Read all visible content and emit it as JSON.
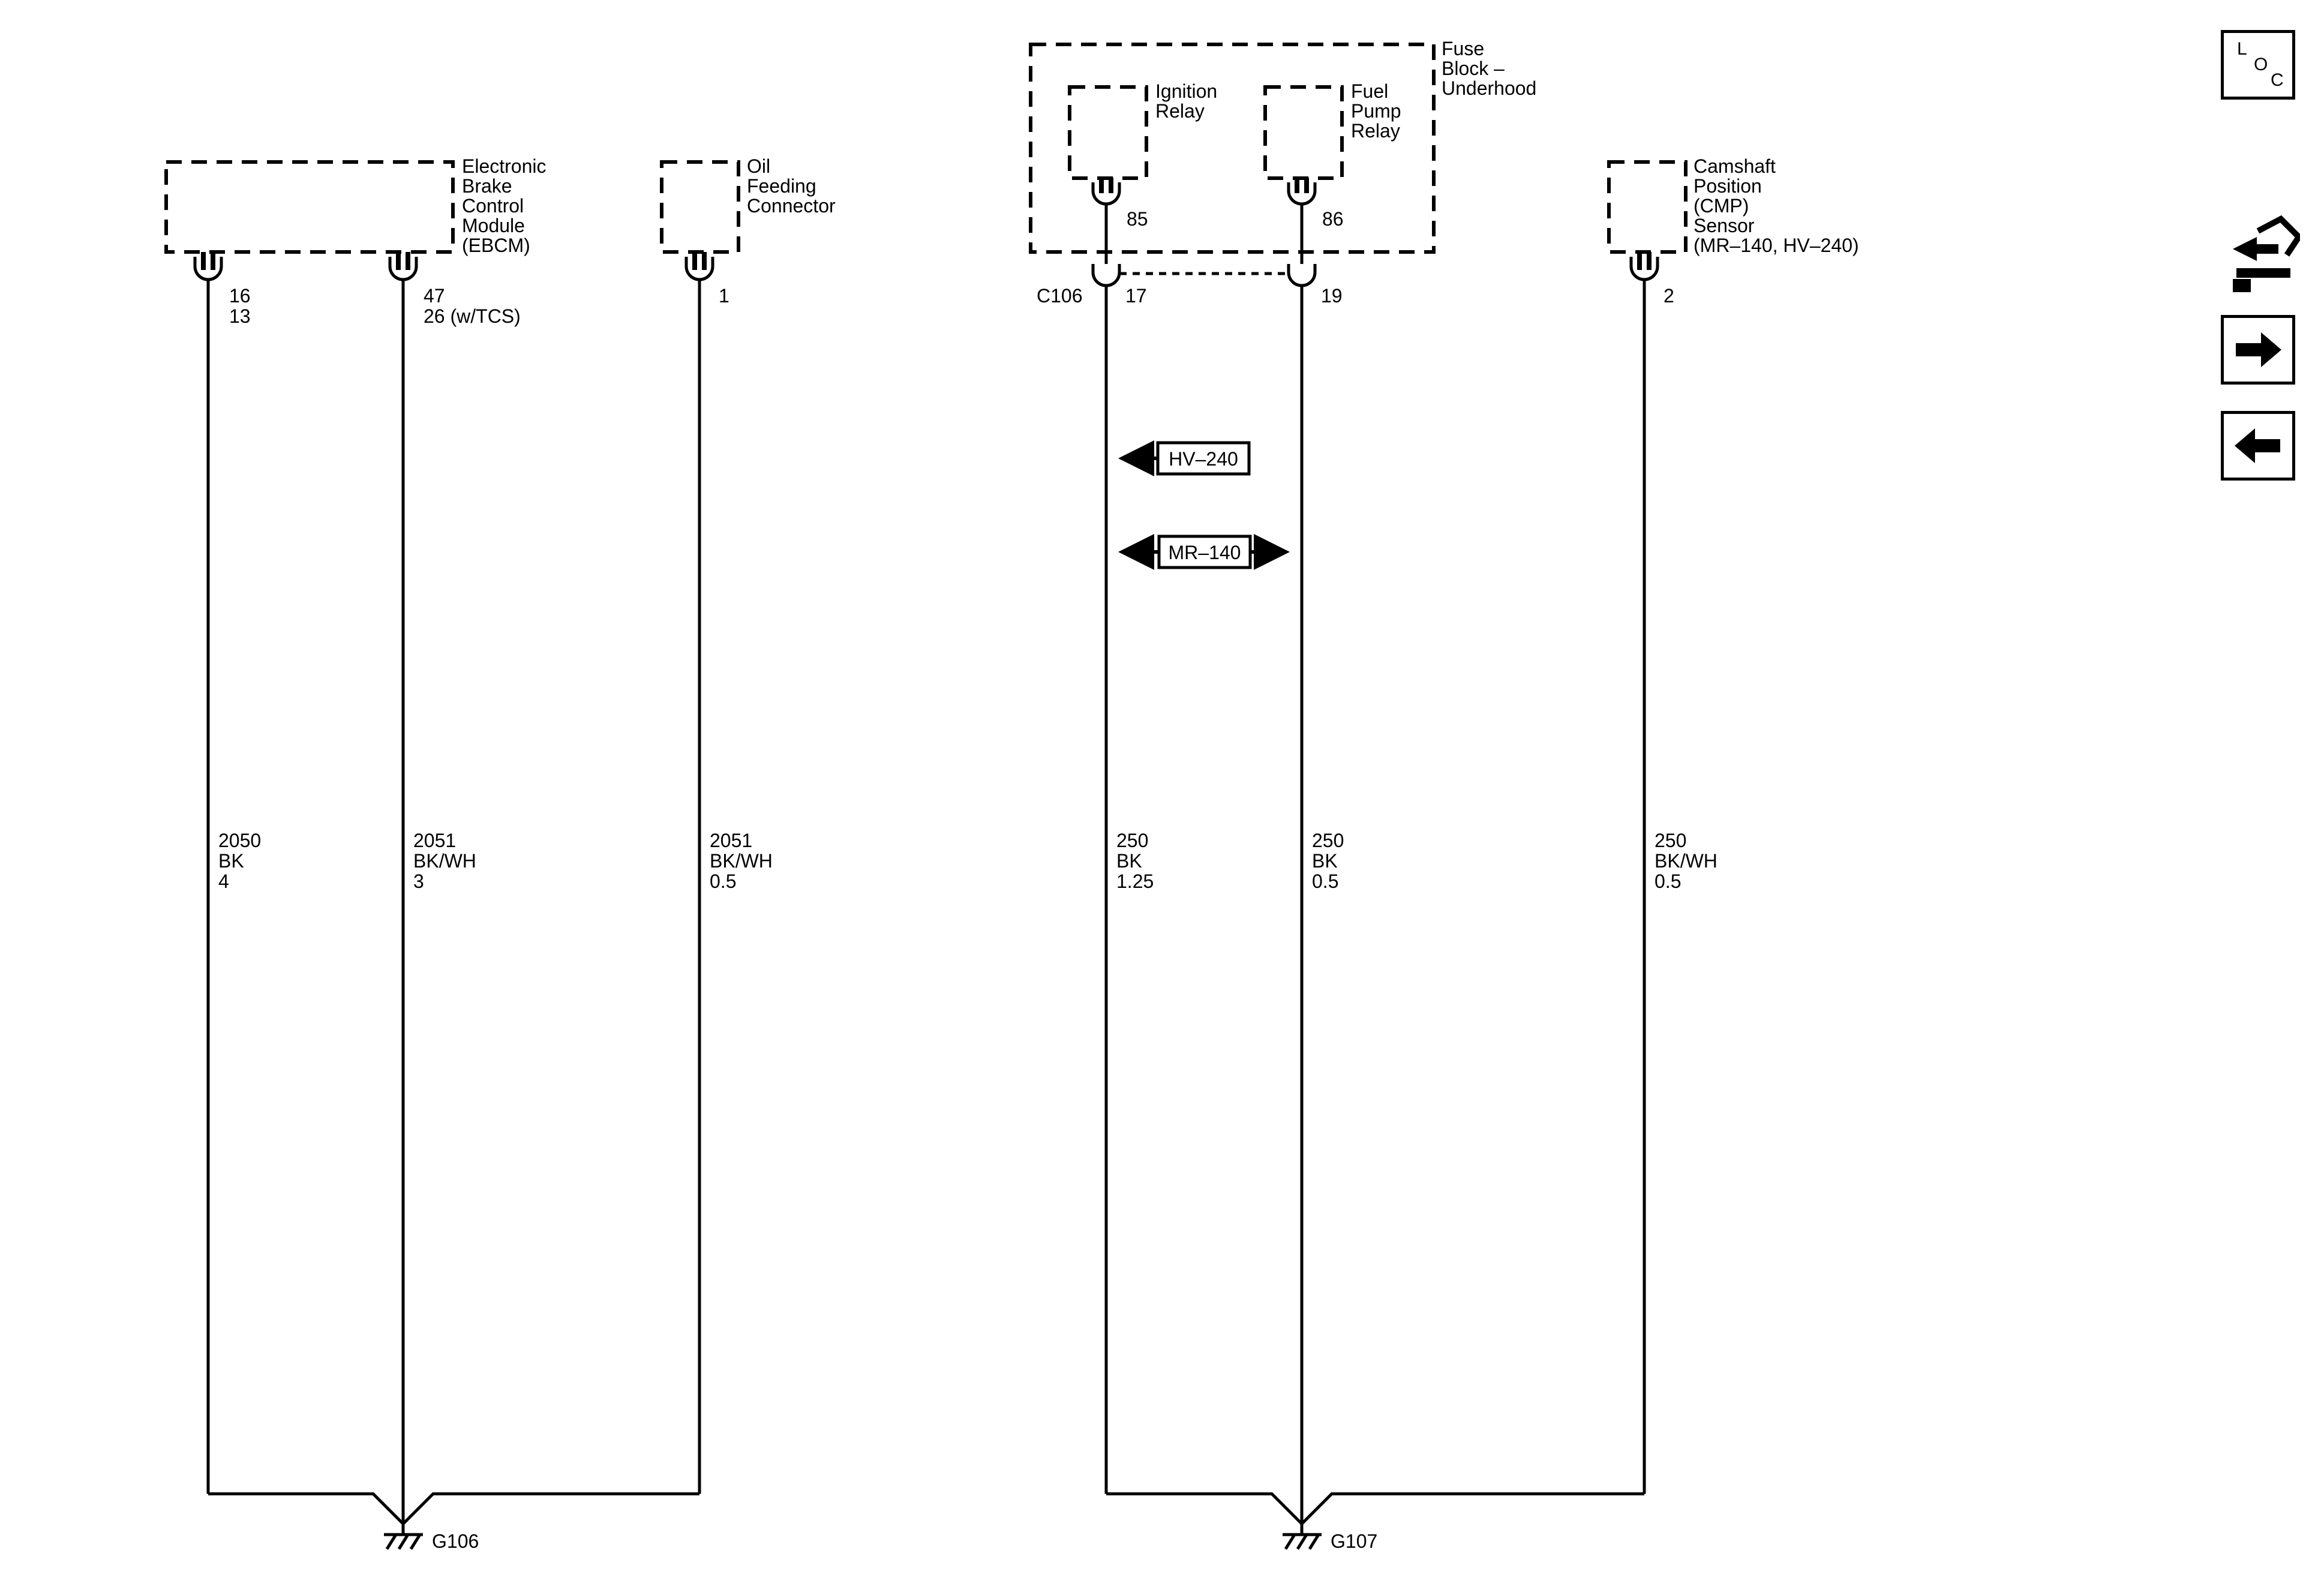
{
  "components": {
    "ebcm": [
      "Electronic",
      "Brake",
      "Control",
      "Module",
      "(EBCM)"
    ],
    "oil": [
      "Oil",
      "Feeding",
      "Connector"
    ],
    "fuse_block": [
      "Fuse",
      "Block –",
      "Underhood"
    ],
    "ignition_relay": [
      "Ignition",
      "Relay"
    ],
    "fuel_pump_relay": [
      "Fuel",
      "Pump",
      "Relay"
    ],
    "cmp": [
      "Camshaft",
      "Position",
      "(CMP)",
      "Sensor",
      "(MR–140, HV–240)"
    ]
  },
  "pins": {
    "ebcm_a": [
      "16",
      "13"
    ],
    "ebcm_b": [
      "47",
      "26 (w/TCS)"
    ],
    "oil": "1",
    "relay_85": "85",
    "relay_86": "86",
    "c106_label": "C106",
    "c106_17": "17",
    "c106_19": "19",
    "cmp": "2"
  },
  "wires": [
    [
      "2050",
      "BK",
      "4"
    ],
    [
      "2051",
      "BK/WH",
      "3"
    ],
    [
      "2051",
      "BK/WH",
      "0.5"
    ],
    [
      "250",
      "BK",
      "1.25"
    ],
    [
      "250",
      "BK",
      "0.5"
    ],
    [
      "250",
      "BK/WH",
      "0.5"
    ]
  ],
  "option_tags": {
    "hv": "HV–240",
    "mr": "MR–140"
  },
  "grounds": {
    "g106": "G106",
    "g107": "G107"
  },
  "nav": {
    "loc_letters": [
      "L",
      "O",
      "C"
    ],
    "icons": [
      "location-icon",
      "connector-swap-icon",
      "next-arrow-icon",
      "previous-arrow-icon"
    ]
  }
}
